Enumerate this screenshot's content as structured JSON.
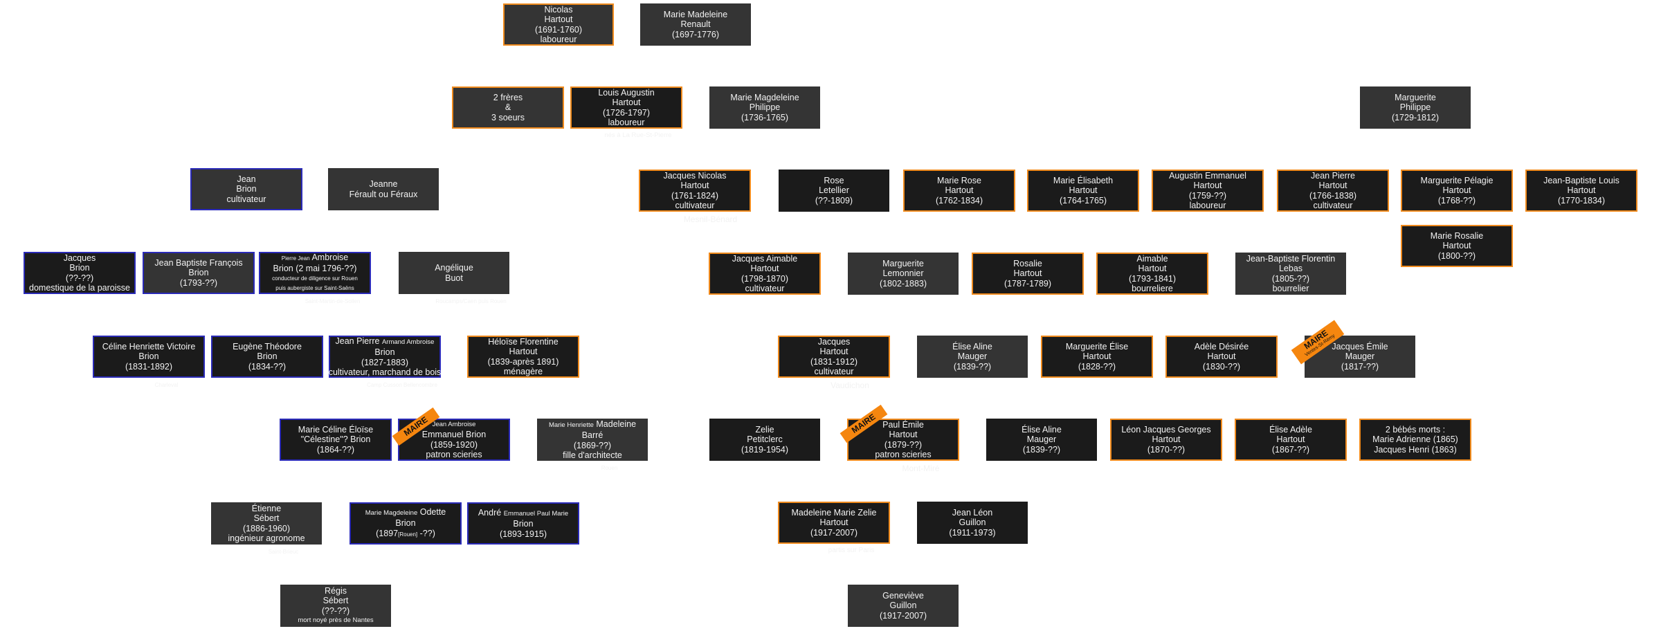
{
  "colors": {
    "accent_orange": "#f08a1c",
    "accent_blue": "#2a2ab8",
    "box_dark": "#1b1b1b",
    "box_mid": "#343434",
    "maire_badge": "#f5860f"
  },
  "badges": {
    "maire": "MAIRE",
    "maire_sub": "Ventes-St-Rémy"
  },
  "people": {
    "nicolas": [
      "Nicolas",
      "Hartout",
      "(1691-1760)",
      "laboureur"
    ],
    "marie_madeleine_renault": [
      "Marie Madeleine",
      "Renault",
      "(1697-1776)"
    ],
    "freres_soeurs": [
      "2 frères",
      "&",
      "3 soeurs"
    ],
    "louis_augustin": [
      "Louis Augustin",
      "Hartout",
      "(1726-1797)",
      "laboureur"
    ],
    "louis_augustin_tag": "nés à La Rue-St-Pierre",
    "marie_magdeleine_philippe": [
      "Marie Magdeleine",
      "Philippe",
      "(1736-1765)"
    ],
    "marguerite_philippe": [
      "Marguerite",
      "Philippe",
      "(1729-1812)"
    ],
    "jean_brion": [
      "Jean",
      "Brion",
      "cultivateur"
    ],
    "jeanne_ferault": [
      "Jeanne",
      "Férault ou Féraux"
    ],
    "jacques_nicolas": [
      "Jacques Nicolas",
      "Hartout",
      "(1761-1824)",
      "cultivateur"
    ],
    "jacques_nicolas_tag": "Mesnil-Bénard",
    "rose_letellier": [
      "Rose",
      "Letellier",
      "(??-1809)"
    ],
    "marie_rose": [
      "Marie Rose",
      "Hartout",
      "(1762-1834)"
    ],
    "marie_elisabeth": [
      "Marie Élisabeth",
      "Hartout",
      "(1764-1765)"
    ],
    "augustin_emmanuel": [
      "Augustin Emmanuel",
      "Hartout",
      "(1759-??)",
      "laboureur"
    ],
    "jean_pierre_hartout": [
      "Jean Pierre",
      "Hartout",
      "(1766-1838)",
      "cultivateur"
    ],
    "marguerite_pelagie": [
      "Marguerite Pélagie",
      "Hartout",
      "(1768-??)"
    ],
    "jean_baptiste_louis": [
      "Jean-Baptiste Louis",
      "Hartout",
      "(1770-1834)"
    ],
    "marie_rosalie": [
      "Marie Rosalie",
      "Hartout",
      "(1800-??)"
    ],
    "jacques_brion": [
      "Jacques",
      "Brion",
      "(??-??)",
      "domestique de la paroisse"
    ],
    "jean_baptiste_francois": [
      "Jean Baptiste François",
      "Brion",
      "(1793-??)"
    ],
    "pierre_jean_ambroise": {
      "small1": "Pierre Jean",
      "name": "Ambroise",
      "line2": "Brion (2 mai 1796-??)",
      "line3": "conducteur de diligence sur Rouen",
      "line4": "puis aubergiste sur Saint-Saëns"
    },
    "pierre_jean_ambroise_tag": "Saint-Martin-de-Sollen",
    "angelique_buot": [
      "Angélique",
      "Buot"
    ],
    "angelique_buot_tag": "Roucamps/Caen puis Rouen",
    "jacques_aimable": [
      "Jacques Aimable",
      "Hartout",
      "(1798-1870)",
      "cultivateur"
    ],
    "marguerite_lemonnier": [
      "Marguerite",
      "Lemonnier",
      "(1802-1883)"
    ],
    "rosalie": [
      "Rosalie",
      "Hartout",
      "(1787-1789)"
    ],
    "aimable": [
      "Aimable",
      "Hartout",
      "(1793-1841)",
      "bourreliere"
    ],
    "jb_florentin_lebas": [
      "Jean-Baptiste Florentin",
      "Lebas",
      "(1805-??)",
      "bourrelier"
    ],
    "celine_henriette": [
      "Céline Henriette Victoire",
      "Brion",
      "(1831-1892)"
    ],
    "celine_henriette_tag": "Charleval",
    "eugene_theodore": [
      "Eugène Théodore",
      "Brion",
      "(1834-??)"
    ],
    "jean_pierre_armand": {
      "name": "Jean Pierre",
      "small": "Armand Ambroise",
      "line2": "Brion",
      "line3": "(1827-1883)",
      "line4": "cultivateur, marchand de bois"
    },
    "jean_pierre_armand_tag": "Camp Cusson Bellencombre",
    "heloise_florentine": [
      "Héloïse Florentine",
      "Hartout",
      "(1839-après 1891)",
      "ménagère"
    ],
    "jacques_hartout": [
      "Jacques",
      "Hartout",
      "(1831-1912)",
      "cultivateur"
    ],
    "jacques_hartout_tag": "Vaudichon",
    "elise_aline_1": [
      "Élise Aline",
      "Mauger",
      "(1839-??)"
    ],
    "marguerite_elise": [
      "Marguerite Élise",
      "Hartout",
      "(1828-??)"
    ],
    "adele_desiree": [
      "Adèle Désirée",
      "Hartout",
      "(1830-??)"
    ],
    "jacques_emile_mauger": [
      "Jacques Émile",
      "Mauger",
      "(1817-??)"
    ],
    "marie_celine_eloise": [
      "Marie Céline Éloïse",
      "\"Célestine\"? Brion",
      "(1864-??)"
    ],
    "jean_ambroise_emmanuel": {
      "small": "Jean Ambroise",
      "line2": "Emmanuel Brion",
      "line3": "(1859-1920)",
      "line4": "patron scieries"
    },
    "marie_henriette_barre": {
      "small": "Marie Henriette",
      "name": "Madeleine",
      "line2": "Barré",
      "line3": "(1869-??)",
      "line4": "fille d'architecte"
    },
    "marie_henriette_barre_tag": "Rouen",
    "zelie_petitclerc": [
      "Zelie",
      "Petitclerc",
      "(1819-1954)"
    ],
    "paul_emile": [
      "Paul Émile",
      "Hartout",
      "(1879-??)",
      "patron scieries"
    ],
    "paul_emile_tag": "Mont-Miré",
    "elise_aline_2": [
      "Élise Aline",
      "Mauger",
      "(1839-??)"
    ],
    "leon_jacques_georges": [
      "Léon Jacques Georges",
      "Hartout",
      "(1870-??)"
    ],
    "elise_adele": [
      "Élise Adèle",
      "Hartout",
      "(1867-??)"
    ],
    "bebes_morts": [
      "2 bébés morts :",
      "Marie Adrienne (1865)",
      "Jacques Henri (1863)"
    ],
    "etienne_sebert": [
      "Étienne",
      "Sébert",
      "(1886-1960)",
      "ingénieur agronome"
    ],
    "etienne_sebert_tag": "Saint-Brieuc",
    "marie_magdeleine_odette": {
      "small": "Marie Magdeleine",
      "name": "Odette",
      "line2": "Brion",
      "line3a": "(1897",
      "line3b": "[Rouen]",
      "line3c": " -??)"
    },
    "andre_brion": {
      "name": "André",
      "small": "Emmanuel Paul Marie",
      "line2": "Brion",
      "line3": "(1893-1915)"
    },
    "madeleine_marie_zelie": [
      "Madeleine Marie Zelie",
      "Hartout",
      "(1917-2007)"
    ],
    "madeleine_marie_zelie_tag": "partis sur Paris",
    "jean_leon_guillon": [
      "Jean Léon",
      "Guillon",
      "(1911-1973)"
    ],
    "regis_sebert": [
      "Régis",
      "Sébert",
      "(??-??)",
      "mort noyé près de Nantes"
    ],
    "genevieve_guillon": [
      "Geneviève",
      "Guillon",
      "(1917-2007)"
    ]
  }
}
